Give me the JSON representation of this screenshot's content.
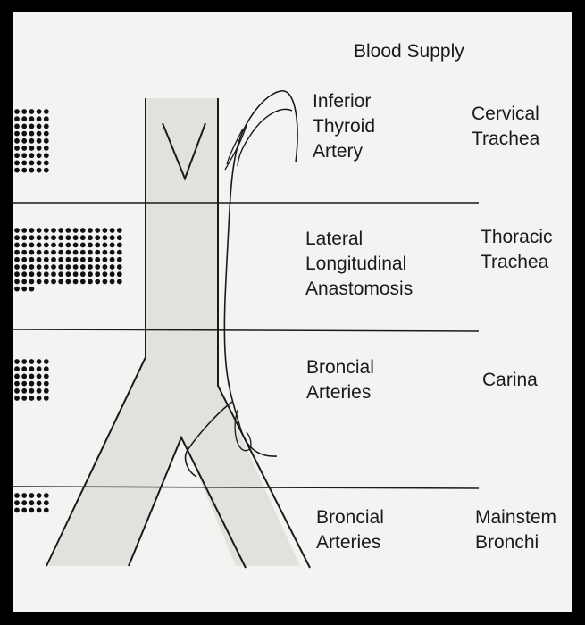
{
  "title": "Blood Supply",
  "rows": [
    {
      "artery_lines": [
        "Inferior",
        "Thyroid",
        "Artery"
      ],
      "region_lines": [
        "Cervical",
        "Trachea"
      ]
    },
    {
      "artery_lines": [
        "Lateral",
        "Longitudinal",
        "Anastomosis"
      ],
      "region_lines": [
        "Thoracic",
        "Trachea"
      ]
    },
    {
      "artery_lines": [
        "Broncial",
        "Arteries"
      ],
      "region_lines": [
        "Carina"
      ]
    },
    {
      "artery_lines": [
        "Broncial",
        "Arteries"
      ],
      "region_lines": [
        "Mainstem",
        "Bronchi"
      ]
    }
  ]
}
